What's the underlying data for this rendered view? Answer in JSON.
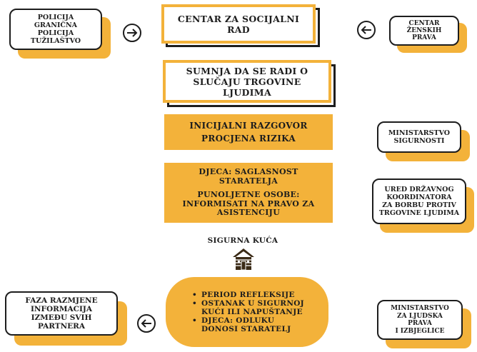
{
  "nodes": {
    "policija": "POLICIJA\nGRANIČNA\nPOLICIJA\nTUŽILAŠTVO",
    "centar_socijalni": "CENTAR ZA SOCIJALNI\nRAD",
    "centar_zenskih": "CENTAR\nŽENSKIH\nPRAVA",
    "sumnja": "SUMNJA DA SE RADI O\nSLUČAJU TRGOVINE\nLJUDIMA",
    "inicijalni_line1": "INICIJALNI RAZGOVOR",
    "inicijalni_line2": "PROCJENA RIZIKA",
    "ministarstvo_sigurnosti": "MINISTARSTVO\nSIGURNOSTI",
    "djeca_saglasnost": "DJECA: SAGLASNOST\nSTARATELJA",
    "punoljetne": "PUNOLJETNE OSOBE:\nINFORMISATI NA PRAVO ZA\nASISTENCIJU",
    "ured_koordinatora": "URED DRŽAVNOG\nKOORDINATORA\nZA BORBU PROTIV\nTRGOVINE LJUDIMA",
    "sigurna_kuca": "SIGURNA KUĆA",
    "faza_razmjene": "FAZA RAZMJENE\nINFORMACIJA\nIZMEĐU SVIH\nPARTNERA",
    "ministarstvo_ljudska": "MINISTARSTVO\nZA LJUDSKA\nPRAVA\nI IZBJEGLICE"
  },
  "bullets": [
    "PERIOD  REFLEKSIJE",
    "OSTANAK U SIGURNOJ\nKUĆI ILI NAPUŠTANJE",
    "DJECA:  ODLUKU\nDONOSI STARATELJ"
  ],
  "icons": {
    "arrow_right": "circle-arrow-right-icon",
    "arrow_left": "circle-arrow-left-icon",
    "house": "house-icon"
  },
  "colors": {
    "accent": "#f3b23a",
    "ink": "#1d1d1d",
    "background": "#ffffff"
  }
}
